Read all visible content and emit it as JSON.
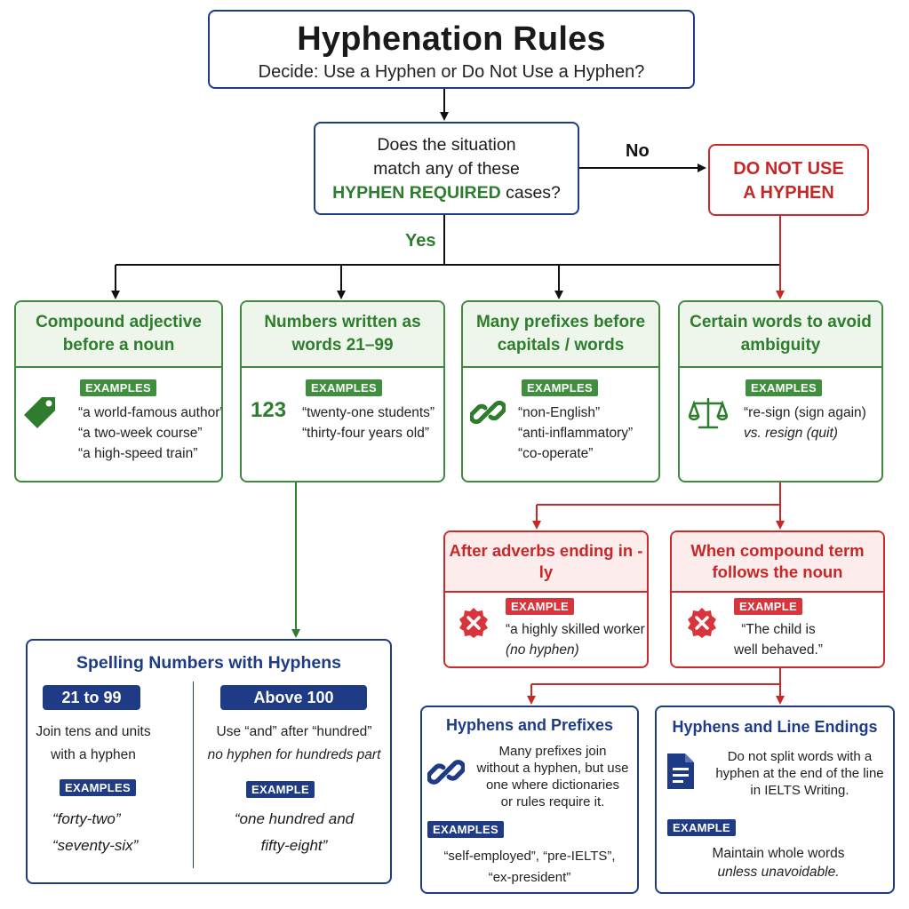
{
  "colors": {
    "blue": "#1f3b86",
    "green": "#2e7d2e",
    "red": "#c62828"
  },
  "title": {
    "main": "Hyphenation Rules",
    "subtitle": "Decide:  Use a Hyphen or Do Not Use a Hyphen?"
  },
  "question": {
    "line1": "Does the situation",
    "line2": "match any of these",
    "highlight": "HYPHEN REQUIRED",
    "suffix": " cases?"
  },
  "edges": {
    "no": "No",
    "yes": "Yes"
  },
  "do_not_use": {
    "line1": "DO NOT USE",
    "line2": "A HYPHEN"
  },
  "categories": [
    {
      "title": "Compound adjective before a noun",
      "icon": "tag-icon",
      "badge": "EXAMPLES",
      "examples": [
        "“a world-famous author”",
        "“a two-week course”",
        "“a high-speed train”"
      ]
    },
    {
      "title": "Numbers written as words 21–99",
      "icon_text": "123",
      "badge": "EXAMPLES",
      "examples": [
        "“twenty-one students”",
        "“thirty-four years old”"
      ]
    },
    {
      "title": "Many prefixes before capitals / words",
      "icon": "link-icon",
      "badge": "EXAMPLES",
      "examples": [
        "“non-English”",
        "“anti-inflammatory”",
        "“co-operate”"
      ]
    },
    {
      "title": "Certain words to avoid ambiguity",
      "icon": "scales-icon",
      "badge": "EXAMPLES",
      "examples": [
        "“re-sign (sign again)",
        "vs. resign (quit)"
      ]
    }
  ],
  "exceptions": [
    {
      "title": "After adverbs ending in -ly",
      "badge": "EXAMPLE",
      "examples": [
        "“a highly skilled worker",
        "(no hyphen)"
      ]
    },
    {
      "title": "When compound term follows the noun",
      "badge": "EXAMPLE",
      "examples": [
        "“The child is",
        "well behaved.”"
      ]
    }
  ],
  "spelling": {
    "title": "Spelling Numbers with Hyphens",
    "left": {
      "pill": "21 to 99",
      "desc": [
        "Join tens and units",
        "with a hyphen"
      ],
      "badge": "EXAMPLES",
      "examples": [
        "“forty-two”",
        "“seventy-six”"
      ]
    },
    "right": {
      "pill": "Above 100",
      "desc": [
        "Use “and” after “hundred”",
        "no hyphen for hundreds part"
      ],
      "badge": "EXAMPLE",
      "examples": [
        "“one hundred and",
        "fifty-eight”"
      ]
    }
  },
  "prefixes": {
    "title": "Hyphens and Prefixes",
    "body": [
      "Many prefixes join",
      "without a hyphen, but use",
      "one where dictionaries",
      "or rules require it."
    ],
    "badge": "EXAMPLES",
    "examples": [
      "“self-employed”, “pre-IELTS”,",
      "“ex-president”"
    ]
  },
  "line_endings": {
    "title": "Hyphens and Line Endings",
    "body": [
      "Do not split words with a",
      "hyphen at the end of the line",
      "in IELTS Writing."
    ],
    "badge": "EXAMPLE",
    "examples": [
      "Maintain whole words",
      "unless unavoidable."
    ]
  }
}
